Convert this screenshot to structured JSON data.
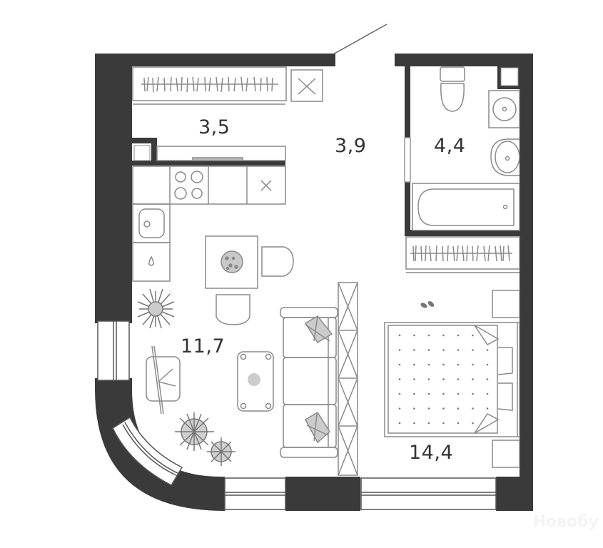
{
  "plan": {
    "type": "apartment-floor-plan",
    "wall_color": "#3a3a3a",
    "line_color": "#8a8a8a",
    "rooms": [
      {
        "id": "kitchen-storage",
        "area": "3,5"
      },
      {
        "id": "hallway",
        "area": "3,9"
      },
      {
        "id": "bathroom",
        "area": "4,4"
      },
      {
        "id": "living-kitchen",
        "area": "11,7"
      },
      {
        "id": "bedroom",
        "area": "14,4"
      }
    ]
  },
  "labels": {
    "kitchen_storage_area": "3,5",
    "hallway_area": "3,9",
    "bathroom_area": "4,4",
    "living_area": "11,7",
    "bedroom_area": "14,4"
  },
  "watermark": "Новобу"
}
